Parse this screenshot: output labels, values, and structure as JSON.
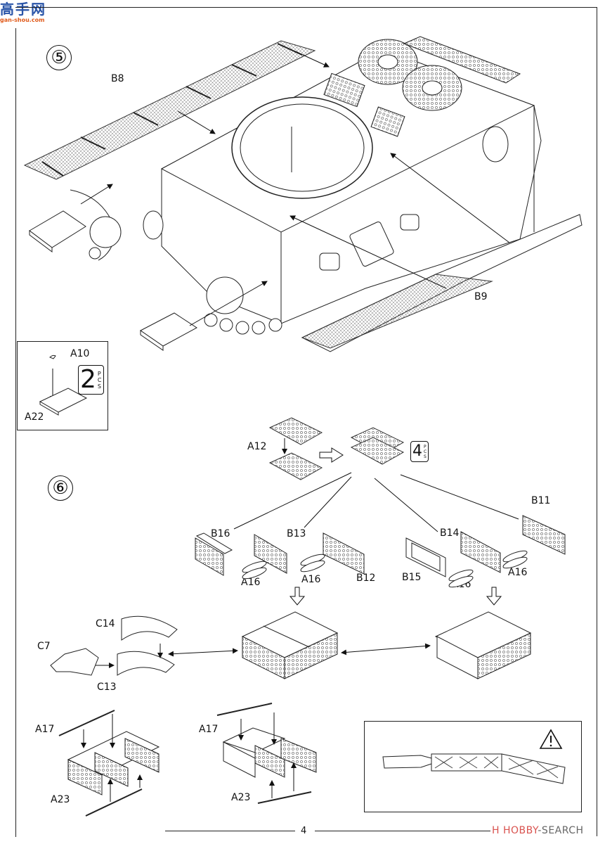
{
  "watermark": {
    "site_name": "高手网",
    "site_url": "gan-shou.com"
  },
  "steps": [
    {
      "number": "⑤",
      "parts": [
        "B8",
        "B9"
      ],
      "inset": {
        "parts": [
          "A10",
          "A22"
        ],
        "quantity": {
          "value": "2",
          "unit": [
            "P",
            "C",
            "S"
          ]
        }
      }
    },
    {
      "number": "⑥",
      "subassembly": {
        "part": "A12",
        "quantity": {
          "value": "4",
          "unit": [
            "P",
            "C",
            "S"
          ]
        }
      },
      "parts_left_group": [
        "B16",
        "B13",
        "A16",
        "A16",
        "B12"
      ],
      "parts_right_group": [
        "B14",
        "B11",
        "B15",
        "A16",
        "A16"
      ],
      "rack_parts": [
        "C14",
        "C7",
        "C13"
      ],
      "bottom_left_parts": [
        "A17",
        "A23"
      ],
      "bottom_right_parts": [
        "A17",
        "A23"
      ],
      "caution_icon": "warning-triangle-icon"
    }
  ],
  "footer": {
    "page_number": "4",
    "watermark_brand": "H",
    "watermark_text_1": "HOBBY",
    "watermark_text_2": "-SEARCH"
  }
}
